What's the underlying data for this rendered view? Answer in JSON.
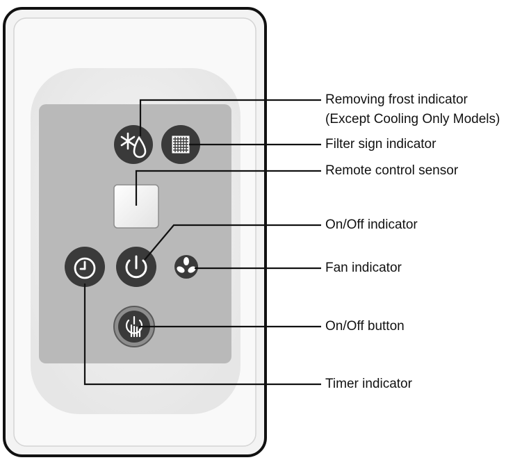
{
  "labels": {
    "removing_frost": "Removing frost indicator",
    "removing_frost_note": "(Except Cooling Only Models)",
    "filter_sign": "Filter sign indicator",
    "remote_sensor": "Remote control sensor",
    "onoff_indicator": "On/Off indicator",
    "fan_indicator": "Fan indicator",
    "onoff_button": "On/Off button",
    "timer_indicator": "Timer indicator"
  },
  "colors": {
    "panel": "#b9b9b9",
    "housing": "#f3f3f3",
    "glow": "#ececec",
    "icon_dark": "#3a3a3a",
    "line": "#111111"
  },
  "icons": {
    "frost": "defrost-icon",
    "filter": "filter-grid-icon",
    "power": "power-icon",
    "timer": "clock-icon",
    "fan": "fan-icon",
    "button": "power-hand-icon"
  }
}
